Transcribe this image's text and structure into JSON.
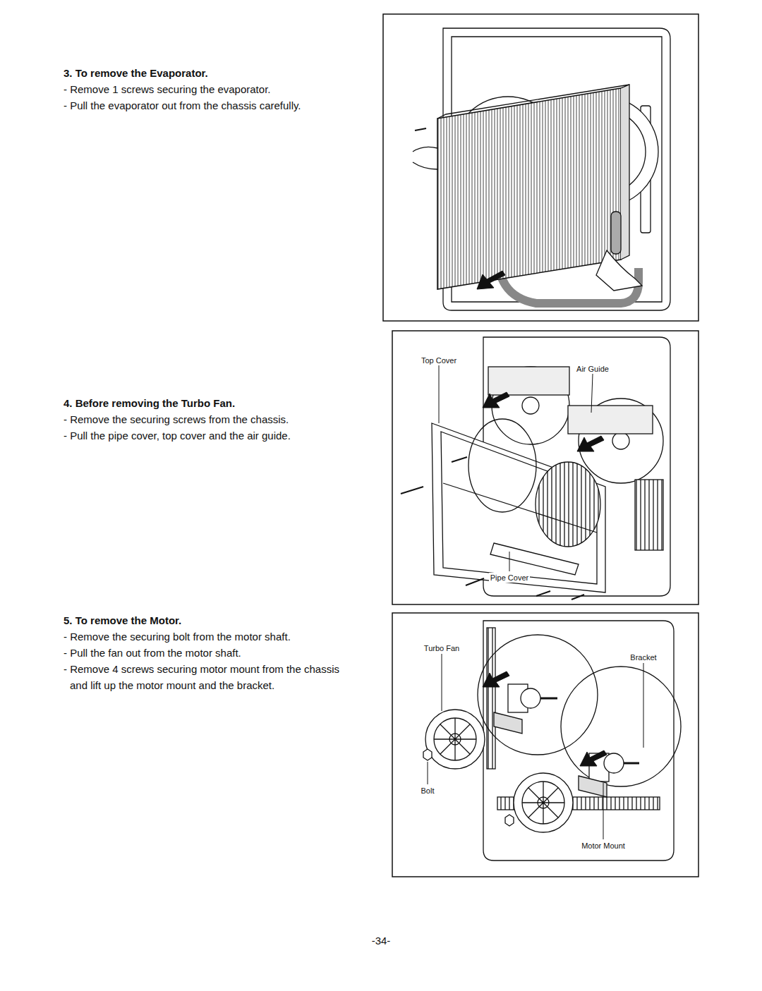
{
  "diagram": {
    "labels": [
      "3. To remove the Evaporator.",
      "- Remove 1 screws securing the evaporator.",
      "- Pull the evaporator out from the chassis carefully.",
      "4. Before removing the Turbo Fan.",
      "- Remove the securing screws from the chassis.",
      "- Pull the pipe cover, top cover and the air guide.",
      "5. To remove the Motor.",
      "- Remove the securing bolt from the motor shaft.",
      "- Pull the fan out from the motor shaft.",
      "- Remove 4 screws securing motor mount from the chassis and lift up the motor mount and the bracket.",
      "Top Cover",
      "Air Guide",
      "Pipe Cover",
      "Turbo Fan",
      "Bracket",
      "Bolt",
      "Motor Mount",
      "-34-"
    ]
  }
}
